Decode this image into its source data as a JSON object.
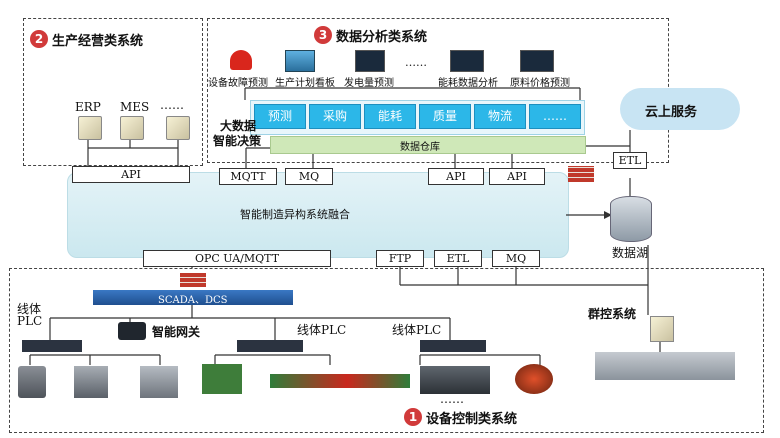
{
  "sections": {
    "production": {
      "num": "2",
      "title": "生产经营类系统"
    },
    "analysis": {
      "num": "3",
      "title": "数据分析类系统"
    },
    "control": {
      "num": "1",
      "title": "设备控制类系统"
    }
  },
  "production": {
    "erp": "ERP",
    "mes": "MES",
    "dots": "……",
    "api": "API"
  },
  "analysis": {
    "apps": [
      "设备故障预测",
      "生产计划看板",
      "发电量预测",
      "能耗数据分析",
      "原料价格预测"
    ],
    "apps_dots": "……",
    "bigdata_line1": "大数据",
    "bigdata_line2": "智能决策",
    "modules": [
      "预测",
      "采购",
      "能耗",
      "质量",
      "物流",
      "……"
    ],
    "warehouse": "数据仓库"
  },
  "middle": {
    "mqtt": "MQTT",
    "mq": "MQ",
    "api1": "API",
    "api2": "API",
    "etl_top": "ETL",
    "cloud": "云上服务",
    "fusion": "智能制造异构系统融合",
    "datalake": "数据湖",
    "opc": "OPC UA/MQTT",
    "ftp": "FTP",
    "etl": "ETL",
    "mq_bottom": "MQ"
  },
  "control": {
    "scada": "SCADA、DCS",
    "plc_left_1": "线体",
    "plc_left_2": "PLC",
    "gateway": "智能网关",
    "plc_mid": "线体PLC",
    "plc_right": "线体PLC",
    "group": "群控系统",
    "dots": "……"
  }
}
